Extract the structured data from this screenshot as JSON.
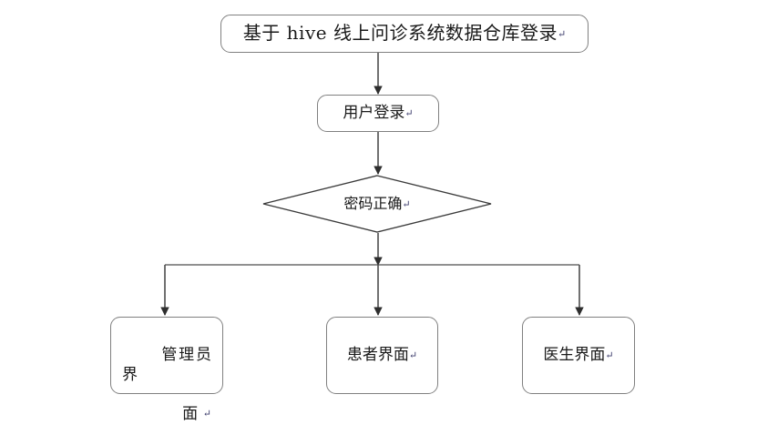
{
  "diagram": {
    "type": "flowchart",
    "title_node": {
      "id": "title",
      "shape": "rounded-rectangle",
      "text": "基于 hive 线上问诊系统数据仓库登录",
      "mark": "↵"
    },
    "nodes": [
      {
        "id": "login",
        "shape": "rounded-rectangle",
        "text": "用户登录",
        "mark": "↵"
      },
      {
        "id": "decision",
        "shape": "diamond",
        "text": "密码正确",
        "mark": "↵"
      },
      {
        "id": "admin",
        "shape": "rounded-rectangle",
        "text": "管理员界",
        "text_line2": "面",
        "mark": "↵"
      },
      {
        "id": "patient",
        "shape": "rounded-rectangle",
        "text": "患者界面",
        "mark": "↵"
      },
      {
        "id": "doctor",
        "shape": "rounded-rectangle",
        "text": "医生界面",
        "mark": "↵"
      }
    ],
    "edges": [
      {
        "from": "title",
        "to": "login",
        "style": "straight-arrow"
      },
      {
        "from": "login",
        "to": "decision",
        "style": "straight-arrow"
      },
      {
        "from": "decision",
        "to": "bus",
        "style": "straight-arrow"
      },
      {
        "from": "bus",
        "to": "admin",
        "style": "elbow-arrow"
      },
      {
        "from": "bus",
        "to": "patient",
        "style": "straight-arrow"
      },
      {
        "from": "bus",
        "to": "doctor",
        "style": "elbow-arrow"
      }
    ],
    "colors": {
      "box_border": "#808080",
      "diamond_border": "#3a3a3a",
      "connector": "#4d4d4d",
      "text": "#1a1a1a",
      "background": "#ffffff"
    }
  }
}
